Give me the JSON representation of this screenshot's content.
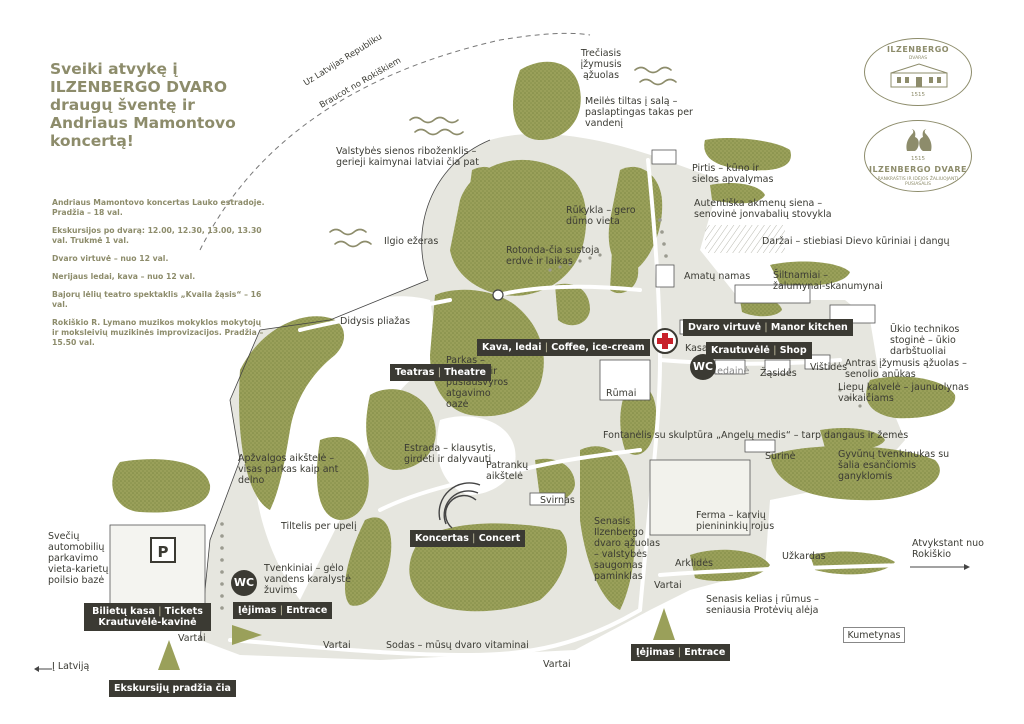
{
  "title": "Sveiki atvykę į ILZENBERGO DVARO draugų šventę ir Andriaus Mamontovo koncertą!",
  "info": [
    "Andriaus Mamontovo koncertas Lauko estradoje. Pradžia – 18 val.",
    "Ekskursijos po dvarą: 12.00, 12.30, 13.00, 13.30 val. Trukmė 1 val.",
    "Dvaro virtuvė – nuo 12 val.",
    "Nerijaus ledai, kava – nuo 12 val.",
    "Bajorų lėlių teatro spektaklis „Kvaila žąsis“ – 16 val.",
    "Rokiškio R. Lymano muzikos mokyklos mokytojų ir moksleivių muzikinės improvizacijos. Pradžia – 15.50 val."
  ],
  "logos": {
    "top": {
      "brand": "ILZENBERGO",
      "sub": "DVARAS",
      "year": "1515"
    },
    "bottom": {
      "brand": "ILZENBERGO DVARE",
      "sub": "RANKRAŠTIS IR IDĖJOS ŽALIUOJANTI PUSIASALIS",
      "year": "1515"
    }
  },
  "border": {
    "latvia": "Uz Latvijas Republiku",
    "rokiskis": "Braucot no Rokiškiem"
  },
  "labels": {
    "treciasis": "Trečiasis įžymusis ąžuolas",
    "meiles": "Meilės tiltas į salą – paslaptingas takas per vandenį",
    "valstybes": "Valstybės sienos riboženklis – gerieji kaimynai latviai čia pat",
    "pirtis": "Pirtis – kūno ir sielos apvalymas",
    "akmenu": "Autentiška akmenų siena – senovinė jonvabalių stovykla",
    "rukykla": "Rūkykla – gero dūmo vieta",
    "darzai": "Daržai – stiebiasi Dievo kūriniai į dangų",
    "ilgio": "Ilgio ežeras",
    "rotonda": "Rotonda-čia sustoja erdvė ir laikas",
    "amatu": "Amatų namas",
    "siltnamiai": "Šiltnamiai – žalumynai-skanumynai",
    "didysis": "Didysis pliažas",
    "ukio": "Ūkio technikos stoginė – ūkio darbštuoliai",
    "kasa": "Kasa",
    "antras": "Antras įžymusis ąžuolas – senolio anūkas",
    "ledaine": "Ledainė",
    "zasides": "Žąsidės",
    "vistides": "Vištidės",
    "liepu": "Liepų kalvelė – jaunuolynas vaikaičiams",
    "parkas": "Parkas – ramybės ir pusiausvyros atgavimo oazė",
    "rumai": "Rūmai",
    "fontanelis": "Fontanėlis su skulptūra „Angelų medis“ – tarp dangaus ir žemės",
    "apzvalgos": "Apžvalgos aikštelė – visas parkas kaip ant delno",
    "estrada": "Estrada – klausytis, girdėti ir dalyvauti",
    "patranku": "Patrankų aikštelė",
    "surine": "Sūrinė",
    "gyvunu": "Gyvūnų tvenkinukas su šalia esančiomis ganyklomis",
    "svirnas": "Svirnas",
    "tiltelis": "Tiltelis per upelį",
    "senasis": "Senasis Ilzenbergo dvaro ąžuolas – valstybės saugomas paminklas",
    "ferma": "Ferma – karvių pienininkių rojus",
    "sveciu": "Svečių automobilių parkavimo vieta-karietų poilsio bazė",
    "tvenkiniai": "Tvenkiniai – gėlo vandens karalystė žuvims",
    "arklides": "Arklidės",
    "uzkardas": "Užkardas",
    "atvykstant": "Atvykstant nuo Rokiškio",
    "vartai1": "Vartai",
    "vartai2": "Vartai",
    "vartai3": "Vartai",
    "vartai4": "Vartai",
    "senasis_kelias": "Senasis kelias į rūmus – seniausia Protėvių alėja",
    "sodas": "Sodas – mūsų dvaro vitaminai",
    "kumetynas": "Kumetynas",
    "latvija": "Į Latviją"
  },
  "tags": {
    "teatras": [
      "Teatras",
      "Theatre"
    ],
    "kava": [
      "Kava, ledai",
      "Coffee, ice-cream"
    ],
    "virtuve": [
      "Dvaro virtuvė",
      "Manor kitchen"
    ],
    "krautuvele": [
      "Krautuvėlė",
      "Shop"
    ],
    "koncertas": [
      "Koncertas",
      "Concert"
    ],
    "bilietu": [
      "Bilietų kasa",
      "Tickets"
    ],
    "bilietu2": "Krautuvėlė-kavinė",
    "iejimas1": [
      "Įėjimas",
      "Entrace"
    ],
    "iejimas2": [
      "Įėjimas",
      "Entrace"
    ],
    "ekskursiju": "Ekskursijų pradžia čia"
  },
  "icons": {
    "wc": "WC",
    "parking": "P"
  },
  "colors": {
    "greenery": "#9aa05a",
    "greenery_dark": "#7f8a45",
    "paths": "#ffffff",
    "ground": "#e6e6df",
    "tag_bg": "#3b3a33",
    "title": "#8d8c6b"
  }
}
